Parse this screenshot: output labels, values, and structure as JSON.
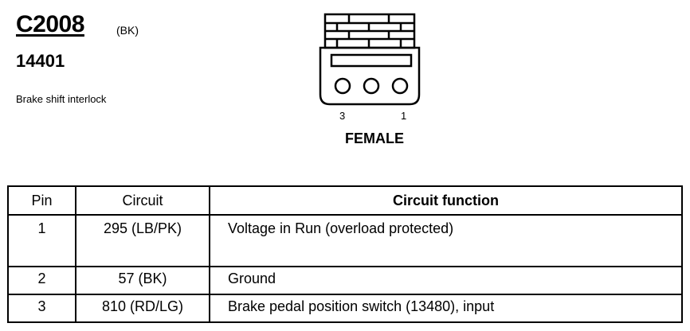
{
  "connector": {
    "id": "C2008",
    "color": "(BK)",
    "part_number": "14401",
    "description": "Brake shift interlock",
    "pin_left": "3",
    "pin_right": "1",
    "gender": "FEMALE"
  },
  "table": {
    "headers": [
      "Pin",
      "Circuit",
      "Circuit function"
    ],
    "rows": [
      {
        "pin": "1",
        "circuit": "295 (LB/PK)",
        "function": "Voltage in Run (overload protected)"
      },
      {
        "pin": "2",
        "circuit": "57 (BK)",
        "function": "Ground"
      },
      {
        "pin": "3",
        "circuit": "810 (RD/LG)",
        "function": "Brake pedal position switch (13480), input"
      }
    ]
  }
}
